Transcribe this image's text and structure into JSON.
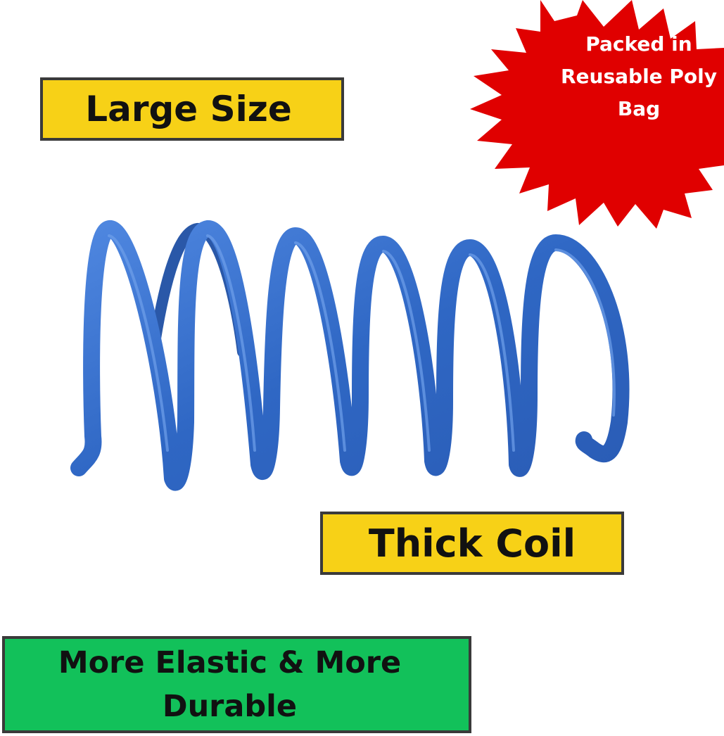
{
  "burst": {
    "line1": "Packed in",
    "line2": "Reusable Poly",
    "line3": "Bag",
    "color": "#e00000"
  },
  "labels": {
    "large_size": "Large Size",
    "thick_coil": "Thick Coil",
    "elastic_line1": "More Elastic & More",
    "elastic_line2": "Durable"
  },
  "colors": {
    "yellow_label": "#f7d117",
    "green_label": "#12c15a",
    "spring": "#2f67c4",
    "border": "#3a3a3a"
  },
  "product": {
    "icon": "blue-coil-spring"
  }
}
